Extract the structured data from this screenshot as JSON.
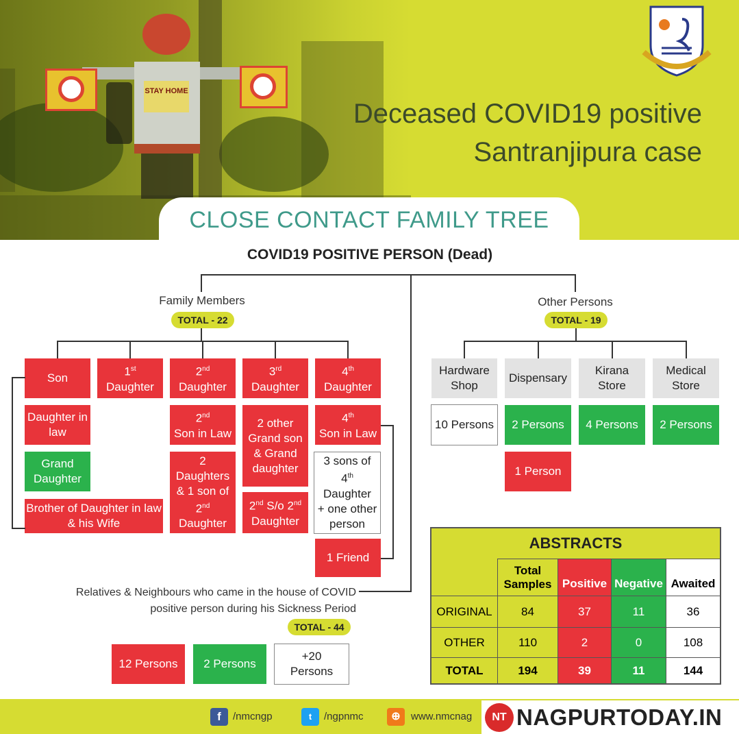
{
  "banner": {
    "headline_line1": "Deceased COVID19 positive",
    "headline_line2": "Santranjipura case",
    "sign_text": "STAY HOME"
  },
  "title": "CLOSE CONTACT FAMILY TREE",
  "root": "COVID19 POSITIVE PERSON (Dead)",
  "family": {
    "label": "Family Members",
    "total": "TOTAL - 22",
    "son": "Son",
    "daughter1": {
      "num": "1",
      "sup": "st",
      "word": "Daughter"
    },
    "daughter2": {
      "num": "2",
      "sup": "nd",
      "word": "Daughter"
    },
    "daughter3": {
      "num": "3",
      "sup": "rd",
      "word": "Daughter"
    },
    "daughter4": {
      "num": "4",
      "sup": "th",
      "word": "Daughter"
    },
    "daughter_in_law": "Daughter in law",
    "grand_daughter": "Grand Daughter",
    "brother_of_dil": "Brother of  Daughter in law & his Wife",
    "son_in_law2": {
      "num": "2",
      "sup": "nd",
      "word": "Son in Law"
    },
    "kids_of_d2": {
      "line1": "2 Daughters & 1 son of",
      "num": "2",
      "sup": "nd",
      "word": "Daughter"
    },
    "other_grand": "2 other Grand son & Grand daughter",
    "so_d2": {
      "a": "2",
      "a_sup": "nd",
      "mid": " S/o 2",
      "b_sup": "nd",
      "word": "Daughter"
    },
    "son_in_law4": {
      "num": "4",
      "sup": "th",
      "word": "Son in Law"
    },
    "sons_of_d4": {
      "line1": "3 sons of",
      "num": "4",
      "sup": "th",
      "word": " Daughter",
      "line3": "+ one other person"
    },
    "friend": "1 Friend"
  },
  "other": {
    "label": "Other Persons",
    "total": "TOTAL - 19",
    "cats": [
      {
        "name": "Hardware Shop",
        "persons": "10 Persons"
      },
      {
        "name": "Dispensary",
        "persons": "2 Persons",
        "extra": "1 Person"
      },
      {
        "name": "Kirana Store",
        "persons": "4 Persons"
      },
      {
        "name": "Medical Store",
        "persons": "2 Persons"
      }
    ]
  },
  "relatives": {
    "text_line1": "Relatives & Neighbours who came in the house of COVID",
    "text_line2": "positive person during his Sickness Period",
    "total": "TOTAL - 44",
    "groups": [
      "12 Persons",
      "2 Persons",
      "+20 Persons"
    ]
  },
  "abstracts": {
    "title": "ABSTRACTS",
    "headers": [
      "Total Samples",
      "Positive",
      "Negative",
      "Awaited"
    ],
    "rows": [
      {
        "label": "ORIGINAL",
        "values": [
          "84",
          "37",
          "11",
          "36"
        ]
      },
      {
        "label": "OTHER",
        "values": [
          "110",
          "2",
          "0",
          "108"
        ]
      },
      {
        "label": "TOTAL",
        "values": [
          "194",
          "39",
          "11",
          "144"
        ]
      }
    ]
  },
  "footer": {
    "facebook": "/nmcngp",
    "twitter": "/ngpnmc",
    "website": "www.nmcnag",
    "brand": "NAGPURTODAY.IN",
    "brand_badge": "NT"
  },
  "colors": {
    "accent": "#d6dc32",
    "red": "#e8343a",
    "green": "#2bb24c",
    "teal": "#3f9a8a"
  }
}
